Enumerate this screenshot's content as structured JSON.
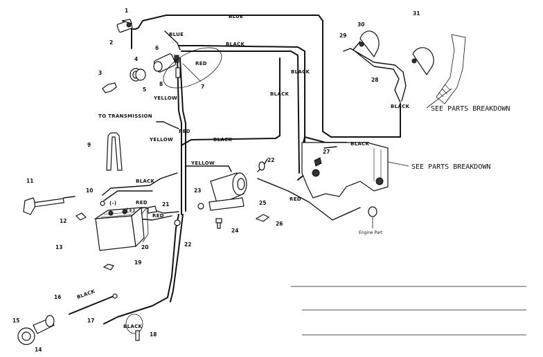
{
  "wire_labels": {
    "blue_top": "BLUE",
    "blue_small": "BLUE",
    "black_top": "BLACK",
    "red_switch": "RED",
    "black_right1": "BLACK",
    "black_right2": "BLACK",
    "yellow_switch": "YELLOW",
    "to_transmission": "TO TRANSMISSION",
    "red_mid": "RED",
    "yellow_mid": "YELLOW",
    "black_mid": "BLACK",
    "yellow_lower": "YELLOW",
    "black_battery": "BLACK",
    "red_battery": "RED",
    "red_battery2": "RED",
    "red_right": "RED",
    "black_lights": "BLACK",
    "black_engine": "BLACK",
    "black_bottom": "BLACK",
    "black_bottom2": "BLACK",
    "plus_sign": "(+)",
    "minus_sign": "(-)"
  },
  "notes": {
    "see_parts_1": "SEE PARTS BREAKDOWN",
    "see_parts_2": "SEE PARTS BREAKDOWN",
    "engine_part": "Engine Part"
  },
  "callouts": {
    "n1": "1",
    "n2": "2",
    "n3": "3",
    "n4": "4",
    "n5": "5",
    "n6": "6",
    "n7": "7",
    "n8": "8",
    "n9": "9",
    "n10": "10",
    "n11": "11",
    "n12": "12",
    "n13": "13",
    "n14": "14",
    "n15": "15",
    "n16": "16",
    "n17": "17",
    "n18": "18",
    "n19": "19",
    "n20": "20",
    "n21": "21",
    "n22a": "22",
    "n22b": "22",
    "n23": "23",
    "n24": "24",
    "n25": "25",
    "n26": "26",
    "n27": "27",
    "n28": "28",
    "n29": "29",
    "n30": "30",
    "n31": "31"
  }
}
